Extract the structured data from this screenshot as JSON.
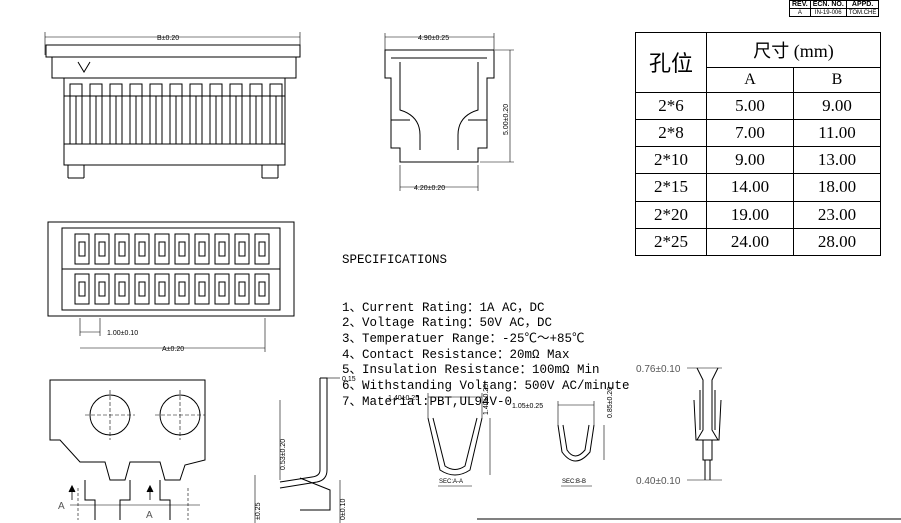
{
  "revision_block": {
    "headers": [
      "REV.",
      "ECN. NO.",
      "APPD."
    ],
    "row": [
      "A",
      "IN-19-006",
      "TOM.CHE"
    ]
  },
  "dimension_table": {
    "col_header_1": "孔位",
    "col_header_2": "尺寸 (mm)",
    "col_a": "A",
    "col_b": "B",
    "rows": [
      {
        "pos": "2*6",
        "a": "5.00",
        "b": "9.00"
      },
      {
        "pos": "2*8",
        "a": "7.00",
        "b": "11.00"
      },
      {
        "pos": "2*10",
        "a": "9.00",
        "b": "13.00"
      },
      {
        "pos": "2*15",
        "a": "14.00",
        "b": "18.00"
      },
      {
        "pos": "2*20",
        "a": "19.00",
        "b": "23.00"
      },
      {
        "pos": "2*25",
        "a": "24.00",
        "b": "28.00"
      }
    ]
  },
  "specifications": {
    "title": "SPECIFICATIONS",
    "items": [
      "1、Current Rating：1A AC，DC",
      "2、Voltage Rating：50V AC，DC",
      "3、Temperatuer Range：-25℃～+85℃",
      "4、Contact Resistance：20mΩ Max",
      "5、Insulation Resistance：100mΩ Min",
      "6、Withstanding Voltang：500V AC/minute",
      "7、Material:PBT,UL94V-0"
    ]
  },
  "dimensions": {
    "b_width": "B±0.20",
    "top_width": "4.90±0.25",
    "side_height": "5.00±0.20",
    "bottom_width": "4.20±0.20",
    "pitch": "1.00±0.10",
    "a_width": "A±0.20",
    "thickness": "0.15",
    "vertical_1": "0.53±0.20",
    "vertical_2": "±0.25",
    "vertical_3": "0±0.10",
    "sec_a_width": "1.40±0.25",
    "sec_a_height": "1.40±0.25",
    "sec_b_width": "1.05±0.25",
    "sec_b_height": "0.85±0.20",
    "pin_top": "0.76±0.10",
    "pin_bottom": "0.40±0.10"
  },
  "section_labels": {
    "sec_a": "SEC:A-A",
    "sec_b": "SEC:B-B",
    "letter_a": "A"
  }
}
